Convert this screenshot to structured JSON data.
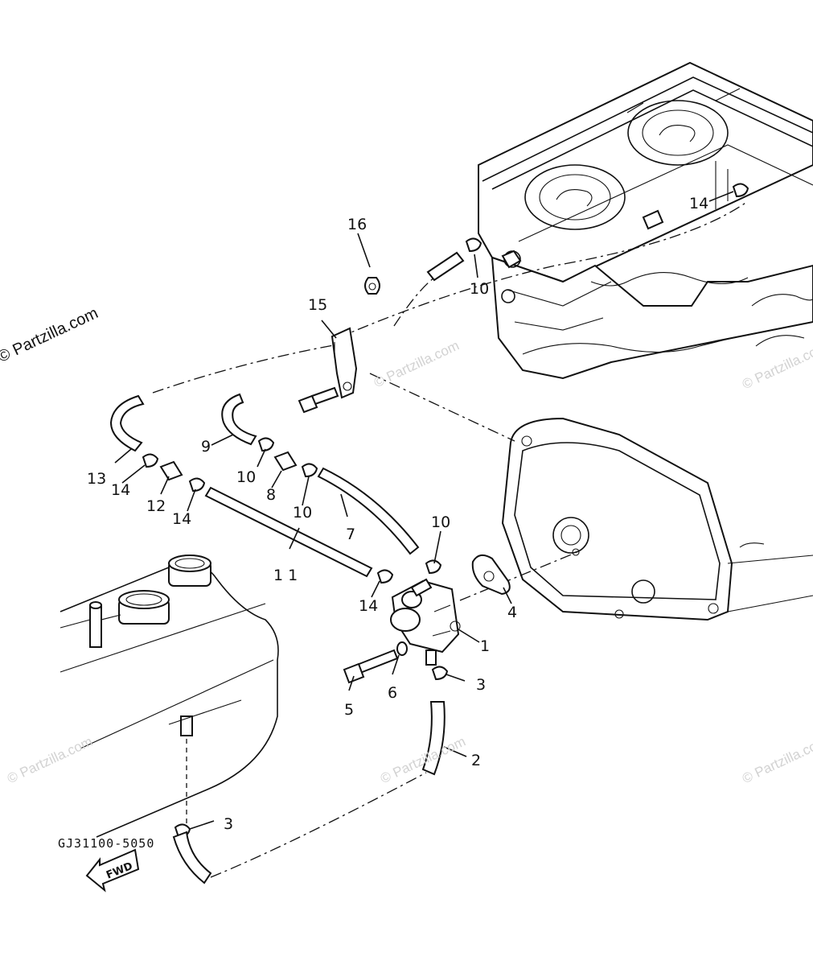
{
  "diagram": {
    "diagram_code": "GJ31100-5050",
    "fwd_label": "FWD",
    "watermarks": {
      "main": "© Partzilla.com",
      "faint": "© Partzilla.com"
    },
    "callouts": {
      "c1": "1",
      "c2": "2",
      "c3a": "3",
      "c3b": "3",
      "c4": "4",
      "c5": "5",
      "c6": "6",
      "c7": "7",
      "c8": "8",
      "c9": "9",
      "c10a": "10",
      "c10b": "10",
      "c10c": "10",
      "c10d": "10",
      "c11": "1 1",
      "c12": "12",
      "c13": "13",
      "c14a": "14",
      "c14b": "14",
      "c14c": "14",
      "c14d": "14",
      "c15": "15",
      "c16": "16"
    }
  }
}
